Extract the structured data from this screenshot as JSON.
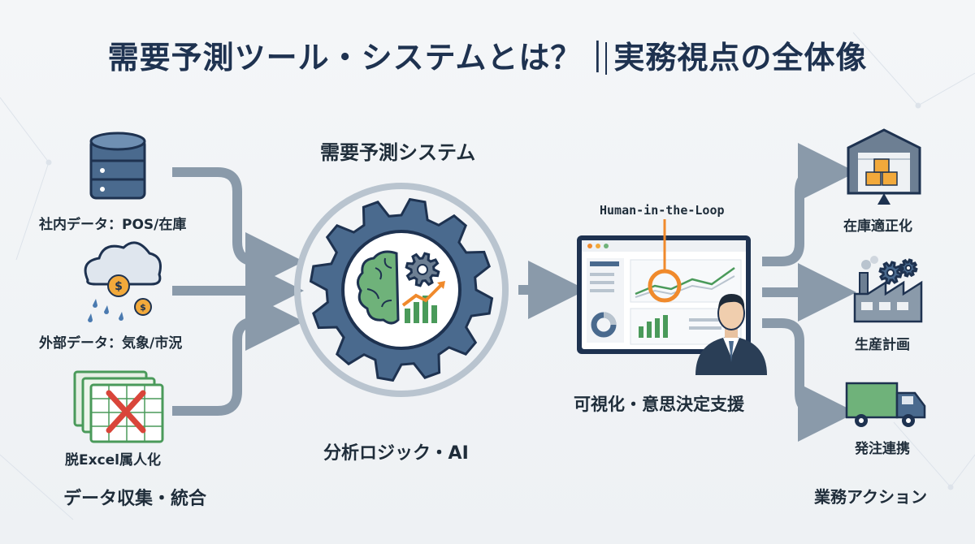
{
  "title": "需要予測ツール・システムとは？｜実務視点の全体像",
  "inputs": {
    "internal_data": "社内データ：POS/在庫",
    "external_data": "外部データ：気象/市況",
    "excel": "脱Excel属人化",
    "section_label": "データ収集・統合"
  },
  "engine": {
    "title": "需要予測システム",
    "caption": "分析ロジック・AI"
  },
  "dashboard": {
    "hitl_label": "Human-in-the-Loop",
    "caption": "可視化・意思決定支援"
  },
  "outputs": {
    "inventory": "在庫適正化",
    "production": "生産計画",
    "ordering": "発注連携",
    "section_label": "業務アクション"
  },
  "colors": {
    "navy": "#1e3250",
    "gear": "#4a6a8e",
    "arrow": "#8a9aaa",
    "orange": "#f08a2c",
    "green": "#4a9a5a",
    "currency": "#f2a93b"
  }
}
